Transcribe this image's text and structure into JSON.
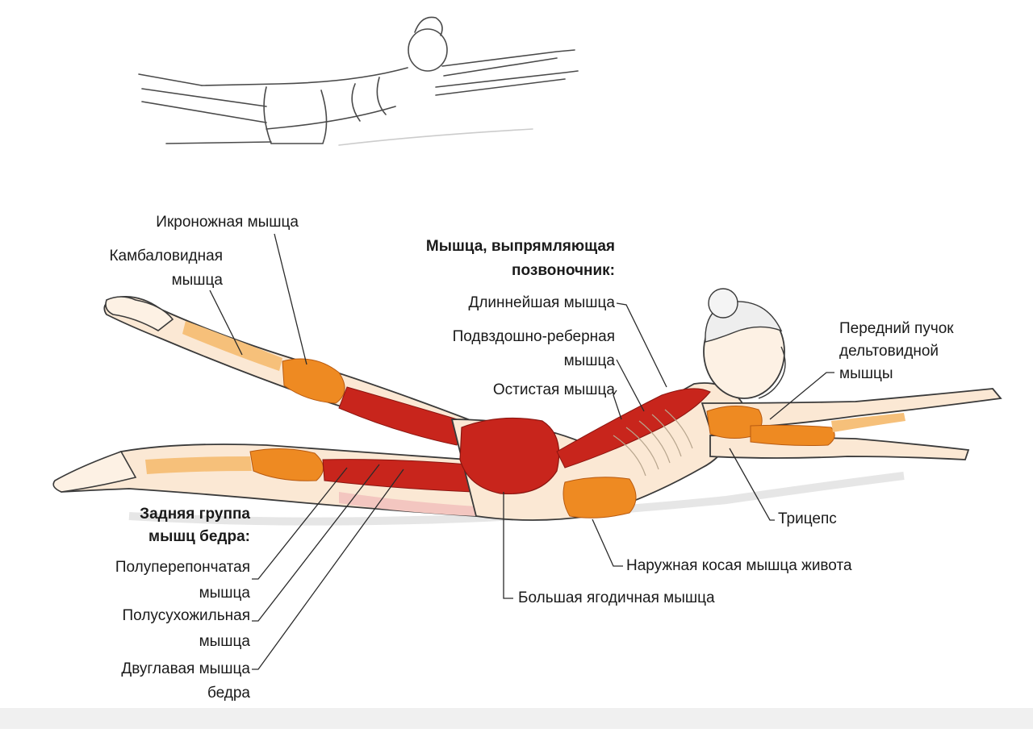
{
  "labels": {
    "gastrocnemius": "Икроножная мышца",
    "soleus": [
      "Камбаловидная",
      "мышца"
    ],
    "erector_header": [
      "Мышца, выпрямляющая",
      "позвоночник:"
    ],
    "longissimus": "Длиннейшая мышца",
    "iliocostalis": [
      "Подвздошно-реберная",
      "мышца"
    ],
    "spinalis": "Остистая мышца",
    "anterior_deltoid": [
      "Передний пучок",
      "дельтовидной",
      "мышцы"
    ],
    "triceps": "Трицепс",
    "external_oblique": "Наружная косая мышца живота",
    "gluteus_maximus": "Большая ягодичная мышца",
    "hamstrings_header": [
      "Задняя группа",
      "мышц бедра:"
    ],
    "semimembranosus": [
      "Полуперепончатая",
      "мышца"
    ],
    "semitendinosus": [
      "Полусухожильная",
      "мышца"
    ],
    "biceps_femoris": [
      "Двуглавая мышца",
      "бедра"
    ]
  },
  "colors": {
    "outline": "#3a3a3a",
    "muscle_red": "#c8251c",
    "muscle_orange": "#ee8a22",
    "muscle_light": "#f6c07a",
    "tendon": "#f3dcc0",
    "leader_line": "#2a2a2a"
  }
}
